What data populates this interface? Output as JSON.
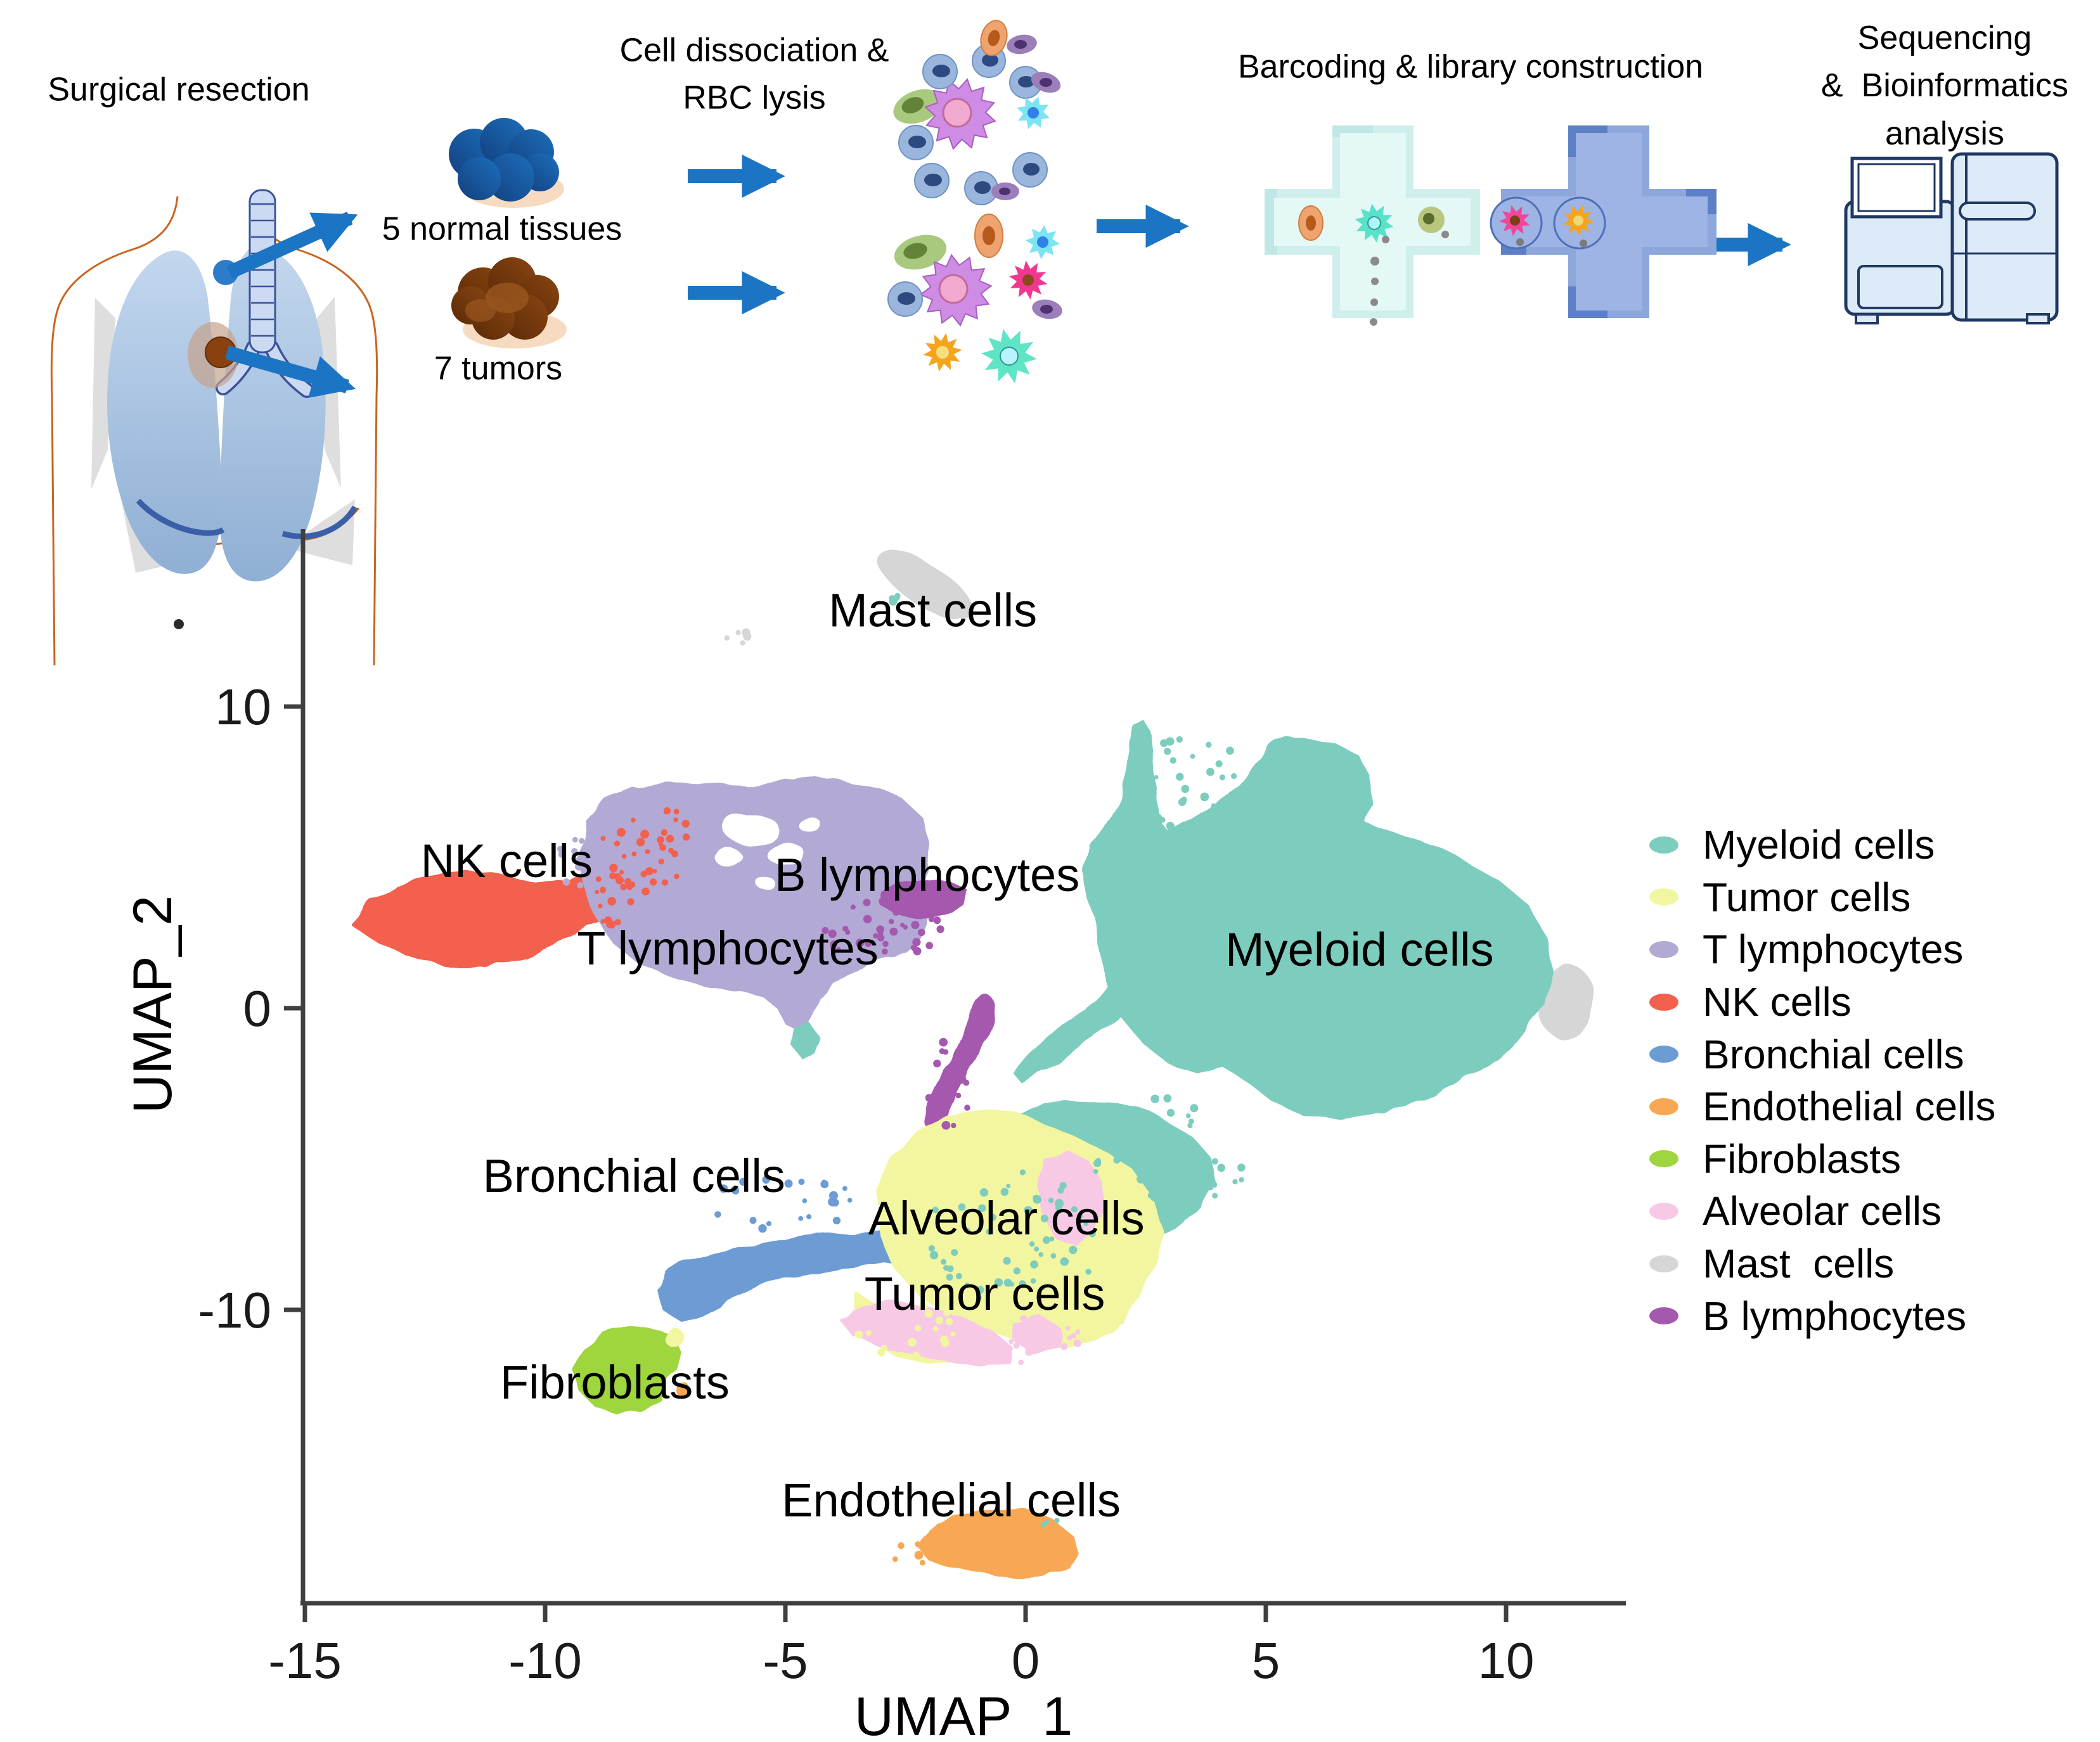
{
  "workflow": {
    "arrow_color": "#1b75c4",
    "steps": [
      {
        "label": "Surgical resection"
      },
      {
        "label": "Cell dissociation &\nRBC lysis"
      },
      {
        "label": "Barcoding & library construction"
      },
      {
        "label": "Sequencing\n&  Bioinformatics\nanalysis"
      }
    ],
    "samples": [
      {
        "label": "5 normal tissues",
        "color": "#1d6fbd"
      },
      {
        "label": "7 tumors",
        "color": "#7c3a0f"
      }
    ]
  },
  "chart_data": {
    "type": "scatter",
    "title": "",
    "xlabel": "UMAP_1",
    "ylabel": "UMAP_2",
    "xlim": [
      -15,
      12.5
    ],
    "ylim": [
      -19.7,
      15.9
    ],
    "x_ticks": [
      -15,
      -10,
      -5,
      0,
      5,
      10
    ],
    "y_ticks": [
      -10,
      0,
      10
    ],
    "grid": false,
    "legend_position": "right",
    "axis_color": "#3f3f3f",
    "tick_label_color": "#1a1a1a",
    "clusters": [
      {
        "key": "myeloid",
        "name": "Myeloid cells",
        "color": "#7dcdbe",
        "label_x": 6.95,
        "label_y": 1.95
      },
      {
        "key": "tumor",
        "name": "Tumor cells",
        "color": "#f3f6a1",
        "label_x": -0.85,
        "label_y": -9.45
      },
      {
        "key": "tlymph",
        "name": "T lymphocytes",
        "color": "#b2aad5",
        "label_x": -6.2,
        "label_y": 2.0
      },
      {
        "key": "nk",
        "name": "NK cells",
        "color": "#f3604e",
        "label_x": -10.8,
        "label_y": 4.9
      },
      {
        "key": "bronchial",
        "name": "Bronchial cells",
        "color": "#6c9cd3",
        "label_x": -8.15,
        "label_y": -5.55
      },
      {
        "key": "endothelial",
        "name": "Endothelial cells",
        "color": "#f8a854",
        "label_x": -1.55,
        "label_y": -16.3
      },
      {
        "key": "fibroblast",
        "name": "Fibroblasts",
        "color": "#9fd53e",
        "label_x": -8.55,
        "label_y": -12.4
      },
      {
        "key": "alveolar",
        "name": "Alveolar cells",
        "color": "#f8c9e5",
        "label_x": -0.4,
        "label_y": -6.95
      },
      {
        "key": "mast",
        "name": "Mast cells",
        "color": "#d6d6d6",
        "label_x": -1.93,
        "label_y": 13.2
      },
      {
        "key": "blymph",
        "name": "B lymphocytes",
        "color": "#a458ae",
        "label_x": -2.05,
        "label_y": 4.43
      }
    ],
    "scatter_regions": [
      {
        "cluster": "nk",
        "cx": -8.0,
        "cy": 5.1,
        "rx": 0.92,
        "ry": 1.26,
        "n": 28
      },
      {
        "cluster": "nk",
        "cx": -8.7,
        "cy": 3.6,
        "rx": 0.53,
        "ry": 1.05,
        "n": 15
      },
      {
        "cluster": "nk",
        "cx": -7.3,
        "cy": 5.9,
        "rx": 0.33,
        "ry": 0.74,
        "n": 8
      },
      {
        "cluster": "tlymph",
        "cx": -9.4,
        "cy": 4.85,
        "rx": 0.53,
        "ry": 0.84,
        "n": 12
      },
      {
        "cluster": "blymph",
        "cx": -2.9,
        "cy": 2.75,
        "rx": 1.58,
        "ry": 1.05,
        "n": 40
      },
      {
        "cluster": "blymph",
        "cx": -1.56,
        "cy": -2.3,
        "rx": 0.66,
        "ry": 1.68,
        "n": 14
      },
      {
        "cluster": "myeloid",
        "cx": 3.46,
        "cy": 7.37,
        "rx": 1.19,
        "ry": 1.68,
        "n": 30
      },
      {
        "cluster": "myeloid",
        "cx": 3.06,
        "cy": -4.8,
        "rx": 1.7,
        "ry": 1.9,
        "n": 40
      },
      {
        "cluster": "myeloid",
        "cx": -0.24,
        "cy": -7.54,
        "rx": 1.85,
        "ry": 2.3,
        "n": 55
      },
      {
        "cluster": "myeloid",
        "cx": -2.77,
        "cy": 13.6,
        "rx": 0.16,
        "ry": 0.21,
        "n": 4
      },
      {
        "cluster": "myeloid",
        "cx": 0.53,
        "cy": -17.1,
        "rx": 0.18,
        "ry": 0.2,
        "n": 3
      },
      {
        "cluster": "bronchial",
        "cx": -5.0,
        "cy": -6.5,
        "rx": 1.58,
        "ry": 0.95,
        "n": 22
      },
      {
        "cluster": "tumor",
        "cx": -2.5,
        "cy": -10.5,
        "rx": 1.05,
        "ry": 1.05,
        "n": 16
      },
      {
        "cluster": "alveolar",
        "cx": 0.42,
        "cy": -11.1,
        "rx": 1.19,
        "ry": 0.95,
        "n": 20
      },
      {
        "cluster": "mast",
        "cx": -6.0,
        "cy": 12.25,
        "rx": 0.24,
        "ry": 0.46,
        "n": 6
      },
      {
        "cluster": "endothelial",
        "cx": -2.37,
        "cy": -18.1,
        "rx": 0.4,
        "ry": 0.42,
        "n": 8
      }
    ]
  },
  "legend": {
    "items": [
      {
        "label": "Myeloid cells",
        "color": "#7dcdbe"
      },
      {
        "label": "Tumor cells",
        "color": "#f3f6a1"
      },
      {
        "label": "T lymphocytes",
        "color": "#b2aad5"
      },
      {
        "label": "NK cells",
        "color": "#f3604e"
      },
      {
        "label": "Bronchial cells",
        "color": "#6c9cd3"
      },
      {
        "label": "Endothelial cells",
        "color": "#f8a854"
      },
      {
        "label": "Fibroblasts",
        "color": "#9fd53e"
      },
      {
        "label": "Alveolar cells",
        "color": "#f8c9e5"
      },
      {
        "label": "Mast  cells",
        "color": "#d6d6d6"
      },
      {
        "label": "B lymphocytes",
        "color": "#a458ae"
      }
    ]
  }
}
